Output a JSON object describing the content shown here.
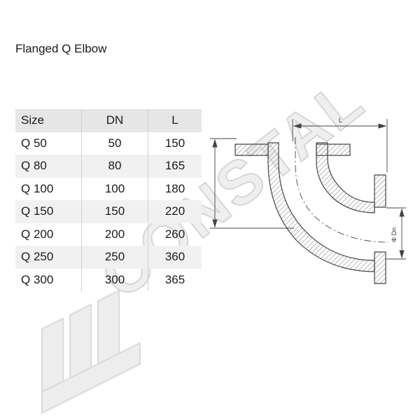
{
  "document": {
    "title": "Flanged Q Elbow"
  },
  "table": {
    "headers": [
      "Size",
      "DN",
      "L"
    ],
    "rows": [
      {
        "size": "Q 50",
        "dn": "50",
        "l": "150"
      },
      {
        "size": "Q 80",
        "dn": "80",
        "l": "165"
      },
      {
        "size": "Q 100",
        "dn": "100",
        "l": "180"
      },
      {
        "size": "Q 150",
        "dn": "150",
        "l": "220"
      },
      {
        "size": "Q 200",
        "dn": "200",
        "l": "260"
      },
      {
        "size": "Q 250",
        "dn": "250",
        "l": "360"
      },
      {
        "size": "Q 300",
        "dn": "300",
        "l": "365"
      }
    ]
  },
  "drawing": {
    "dim_l_label": "L",
    "dim_dn_label": "Φ Dn"
  },
  "watermark": {
    "text": "CONSTAL"
  },
  "colors": {
    "drawing_line": "#444444",
    "hatch": "#8a8a8a",
    "watermark": "#dadada"
  }
}
